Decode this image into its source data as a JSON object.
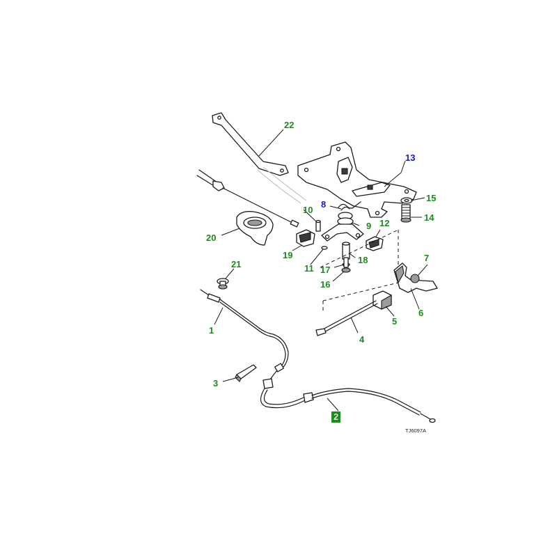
{
  "colors": {
    "callout_green": "#1e8a1e",
    "callout_blue": "#1616cc",
    "highlight_box": "#1e8a1e",
    "line": "#1a1a1a"
  },
  "callouts": [
    {
      "id": "1",
      "label": "1",
      "color": "green"
    },
    {
      "id": "2",
      "label": "2",
      "color": "green",
      "highlighted": true
    },
    {
      "id": "3",
      "label": "3",
      "color": "green"
    },
    {
      "id": "4",
      "label": "4",
      "color": "green"
    },
    {
      "id": "5",
      "label": "5",
      "color": "green"
    },
    {
      "id": "6",
      "label": "6",
      "color": "green"
    },
    {
      "id": "7",
      "label": "7",
      "color": "green"
    },
    {
      "id": "8",
      "label": "8",
      "color": "blue"
    },
    {
      "id": "9",
      "label": "9",
      "color": "green"
    },
    {
      "id": "10",
      "label": "10",
      "color": "green"
    },
    {
      "id": "11",
      "label": "11",
      "color": "green"
    },
    {
      "id": "12",
      "label": "12",
      "color": "green"
    },
    {
      "id": "13",
      "label": "13",
      "color": "blue"
    },
    {
      "id": "14",
      "label": "14",
      "color": "green"
    },
    {
      "id": "15",
      "label": "15",
      "color": "green"
    },
    {
      "id": "16",
      "label": "16",
      "color": "green"
    },
    {
      "id": "17",
      "label": "17",
      "color": "green"
    },
    {
      "id": "18",
      "label": "18",
      "color": "green"
    },
    {
      "id": "19",
      "label": "19",
      "color": "green"
    },
    {
      "id": "20",
      "label": "20",
      "color": "green"
    },
    {
      "id": "21",
      "label": "21",
      "color": "green"
    },
    {
      "id": "22",
      "label": "22",
      "color": "green"
    }
  ],
  "drawing_ref": "TJ6097A"
}
